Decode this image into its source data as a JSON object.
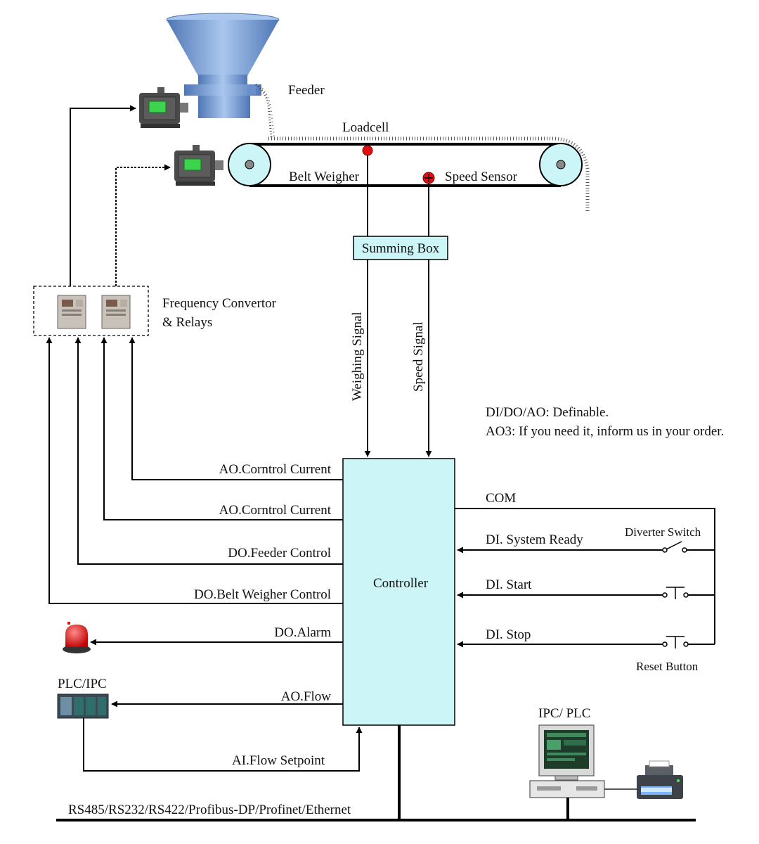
{
  "colors": {
    "hopper": "#7fa7dd",
    "hopper_dark": "#4f77b5",
    "box_fill": "#ccf5f7",
    "alarm": "#e01010",
    "motor_body": "#4a4a4a",
    "motor_panel": "#3cd44c",
    "wire": "#000000"
  },
  "labels": {
    "feeder": "Feeder",
    "loadcell": "Loadcell",
    "belt_weigher": "Belt Weigher",
    "speed_sensor": "Speed Sensor",
    "summing_box": "Summing Box",
    "freq_line1": "Frequency Convertor",
    "freq_line2": "& Relays",
    "weighing_signal": "Weighing Signal",
    "speed_signal": "Speed Signal",
    "note_line1": "DI/DO/AO: Definable.",
    "note_line2": "AO3: If you need it, inform us in your order.",
    "controller": "Controller",
    "ao_control_1": "AO.Corntrol  Current",
    "ao_control_2": "AO.Corntrol  Current",
    "do_feeder": "DO.Feeder  Control",
    "do_belt": "DO.Belt  Weigher  Control",
    "do_alarm": "DO.Alarm",
    "ao_flow": "AO.Flow",
    "ai_flow": "AI.Flow  Setpoint",
    "plc_ipc": "PLC/IPC",
    "com": "COM",
    "di_ready": "DI. System Ready",
    "diverter_switch": "Diverter Switch",
    "di_start": "DI. Start",
    "di_stop": "DI. Stop",
    "reset_button": "Reset Button",
    "ipc_plc": "IPC/ PLC",
    "bus": "RS485/RS232/RS422/Profibus-DP/Profinet/Ethernet"
  },
  "icons": {
    "hopper": "feeder-hopper-icon",
    "motor": "motor-icon",
    "inverter": "frequency-converter-icon",
    "alarm": "alarm-lamp-icon",
    "plc": "plc-rack-icon",
    "computer": "computer-icon",
    "printer": "printer-icon"
  }
}
